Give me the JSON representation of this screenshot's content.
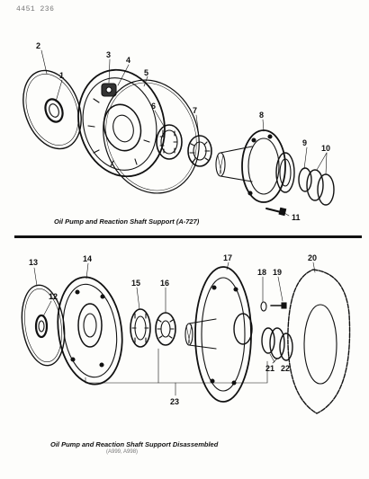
{
  "header": {
    "code": "4451  236"
  },
  "top_view": {
    "caption": "Oil Pump and Reaction Shaft Support (A-727)",
    "callouts": [
      "1",
      "2",
      "3",
      "4",
      "5",
      "6",
      "7",
      "8",
      "9",
      "10",
      "11"
    ]
  },
  "bottom_view": {
    "caption": "Oil Pump and Reaction Shaft Support Disassembled",
    "subcaption": "(A999, A998)",
    "callouts": [
      "12",
      "13",
      "14",
      "15",
      "16",
      "17",
      "18",
      "19",
      "20",
      "21",
      "22",
      "23"
    ]
  }
}
